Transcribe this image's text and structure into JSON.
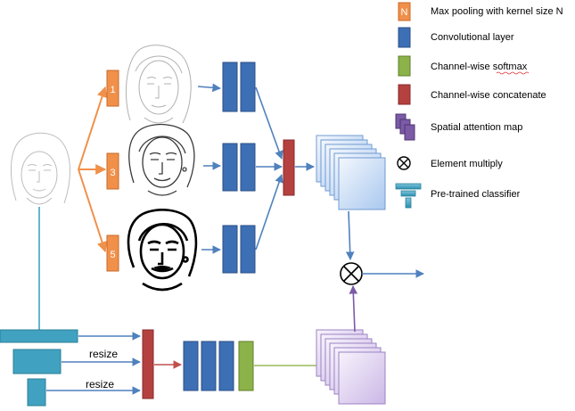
{
  "legend": {
    "maxpool_glyph": "N",
    "maxpool": "Max pooling with kernel size N",
    "conv": "Convolutional layer",
    "softmax": "Channel-wise softmax",
    "concat": "Channel-wise concatenate",
    "attention": "Spatial attention map",
    "multiply": "Element multiply",
    "classifier": "Pre-trained classifier"
  },
  "pooling": {
    "k1": "1",
    "k3": "3",
    "k5": "5"
  },
  "labels": {
    "resize_1": "resize",
    "resize_2": "resize"
  },
  "colors": {
    "pool": "#f0904a",
    "conv": "#3d6fb5",
    "softmax": "#8cb34a",
    "concat": "#b54040",
    "attention": "#7b5aa6",
    "classifier": "#40a2c0",
    "arrow_orange": "#f0904a",
    "arrow_blue": "#4f81bd",
    "arrow_red": "#c0504d",
    "arrow_purple": "#7b5aa6",
    "arrow_green": "#9bbb59"
  }
}
